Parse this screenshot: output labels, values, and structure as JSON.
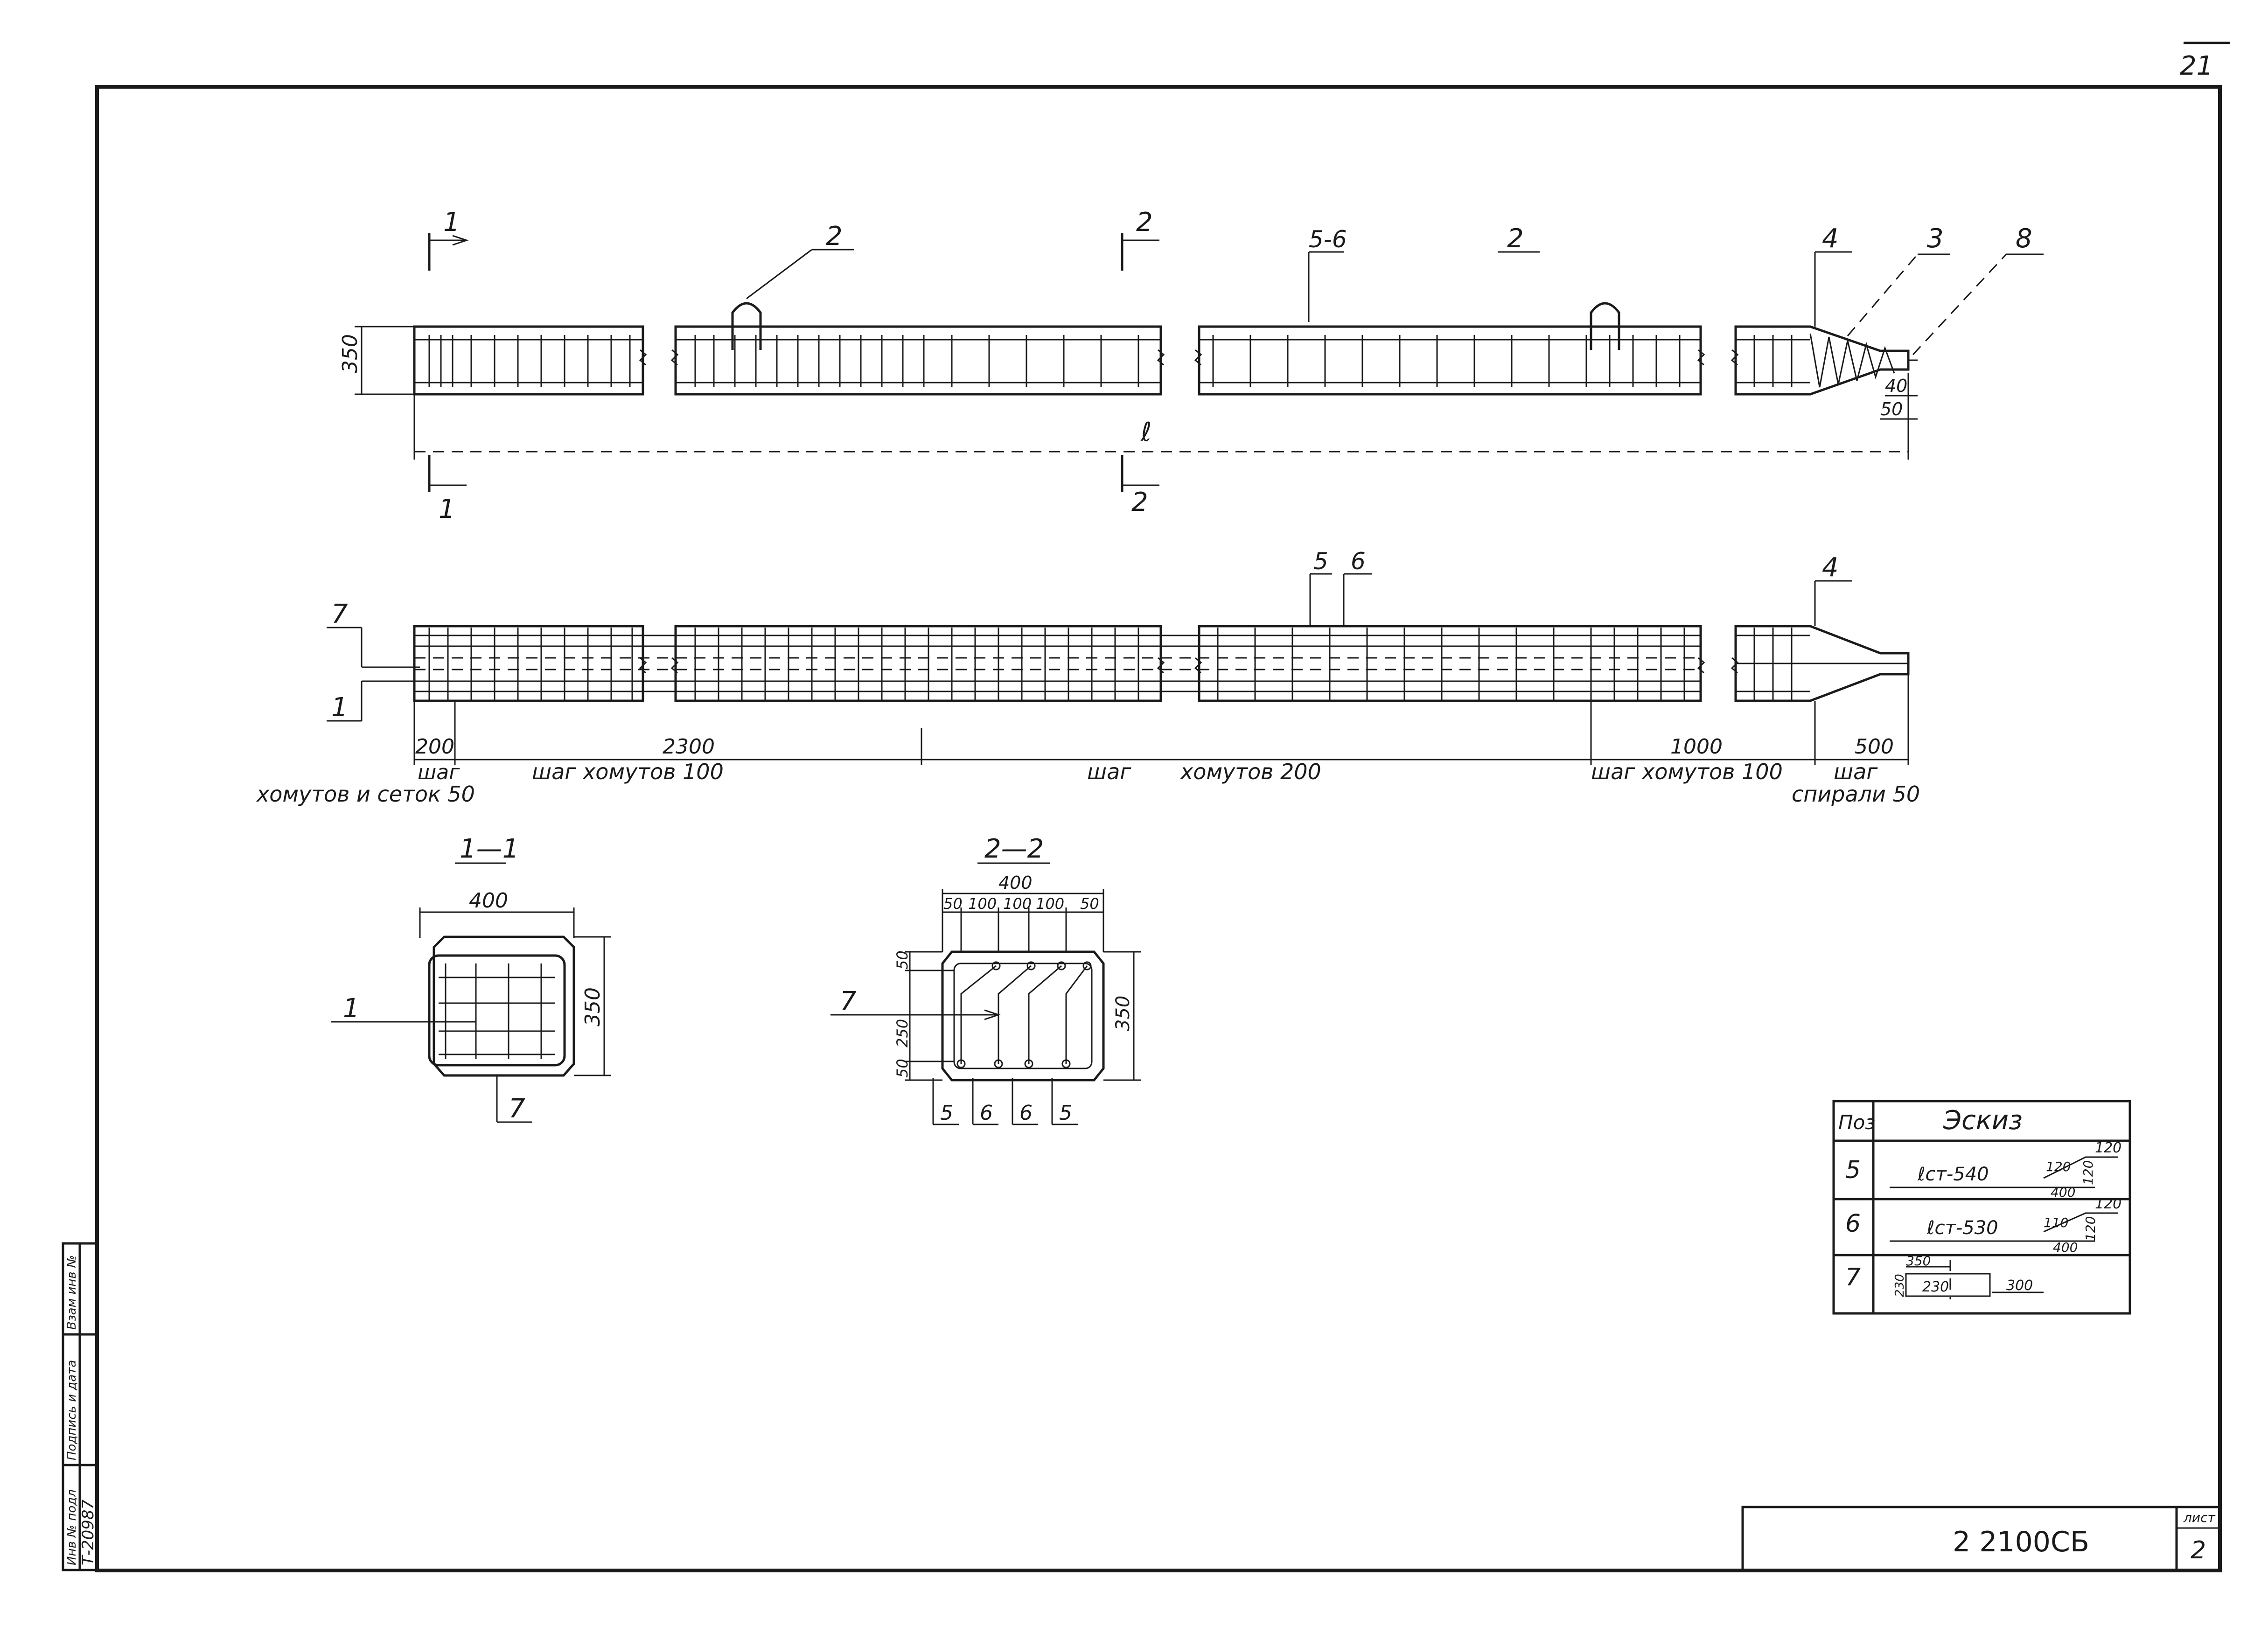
{
  "sheet_number_corner": "21",
  "elevation": {
    "cut1_label": "1",
    "cut2_label": "2",
    "height_dim": "350",
    "length_symbol": "ℓ",
    "callouts": {
      "loop_a": "2",
      "mesh": "5-6",
      "loop_b": "2",
      "spiral_cone": "4",
      "spiral": "3",
      "tip": "8"
    },
    "tip_dims": {
      "d40": "40",
      "d50": "50"
    }
  },
  "plan": {
    "callouts": {
      "c7": "7",
      "c1": "1",
      "c5": "5",
      "c6": "6",
      "c4": "4"
    },
    "dims": {
      "d200": "200",
      "d2300": "2300",
      "d1000": "1000",
      "d500": "500"
    },
    "labels": {
      "step_left": "шаг",
      "stirrups_and_meshes": "хомутов и сеток 50",
      "step_stirrups_100_a": "шаг  хомутов  100",
      "step_stirrups_200_word": "шаг",
      "step_stirrups_200_text": "хомутов  200",
      "step_stirrups_100_b": "шаг  хомутов  100",
      "step_right": "шаг",
      "spiral_50": "спирали 50"
    }
  },
  "section_1_1": {
    "title": "1—1",
    "width": "400",
    "height": "350",
    "callout_1": "1",
    "callout_7": "7"
  },
  "section_2_2": {
    "title": "2—2",
    "width": "400",
    "sub_dims": [
      "50",
      "100",
      "100",
      "100",
      "50"
    ],
    "v_dims": [
      "50",
      "250",
      "50"
    ],
    "height": "350",
    "callout_7": "7",
    "bottom_callouts": [
      "5",
      "6",
      "6",
      "5"
    ]
  },
  "sketch_table": {
    "header_pos": "Поз",
    "header_sketch": "Эскиз",
    "rows": [
      {
        "pos": "5",
        "len": "ℓст-540",
        "a": "120",
        "b": "120",
        "c": "400",
        "d": "120"
      },
      {
        "pos": "6",
        "len": "ℓст-530",
        "a": "110",
        "b": "120",
        "c": "400",
        "d": "120"
      },
      {
        "pos": "7",
        "top": "350",
        "left": "230",
        "mid": "230",
        "right": "300"
      }
    ]
  },
  "side_stamp": {
    "inv_no": "Инв № подл",
    "signature_date": "Подпись и дата",
    "replaces_inv": "Взам инв №",
    "value": "Т-20987"
  },
  "title_block": {
    "code": "2  2100СБ",
    "sheet_label": "лист",
    "sheet_value": "2"
  }
}
